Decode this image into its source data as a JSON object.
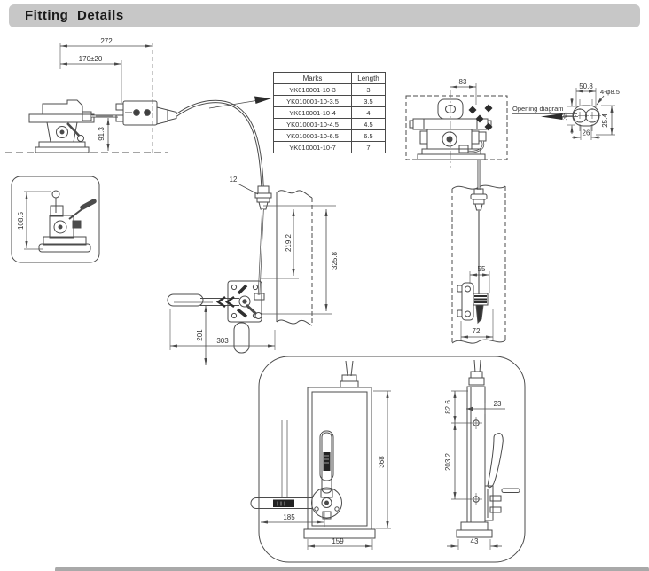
{
  "page": {
    "title": "Fitting Details"
  },
  "cable_table": {
    "headers": [
      "Marks",
      "Length"
    ],
    "rows": [
      [
        "YK010001-10-3",
        "3"
      ],
      [
        "YK010001-10-3.5",
        "3.5"
      ],
      [
        "YK010001-10-4",
        "4"
      ],
      [
        "YK010001-10-4.5",
        "4.5"
      ],
      [
        "YK010001-10-6.5",
        "6.5"
      ],
      [
        "YK010001-10-7",
        "7"
      ]
    ]
  },
  "annotations": {
    "opening_diagram": "Opening diagram"
  },
  "dims": {
    "overall_width": "272",
    "mount_width": "170±20",
    "head_height": "91.3",
    "boxed_height": "108.5",
    "clamp_size": "12",
    "upper_run": "219.2",
    "total_run": "325.8",
    "handle_drop": "201",
    "handle_reach": "303",
    "head_width": "83",
    "opening_width": "50.8",
    "opening_holes": "4-φ8.5",
    "opening_height_a": "36",
    "opening_height_b": "25.4",
    "opening_inner_width": "26",
    "bracket_offset": "55",
    "bracket_span": "72",
    "box_height": "368",
    "lever_reach": "185",
    "box_width": "159",
    "hole_top_offset": "82.6",
    "hole_side_offset": "23",
    "hole_spacing": "203.2",
    "box_depth": "43"
  },
  "colors": {
    "line": "#4a4a4a",
    "titlebar_bg": "#c7c7c7",
    "title_text": "#1a1a1a"
  }
}
